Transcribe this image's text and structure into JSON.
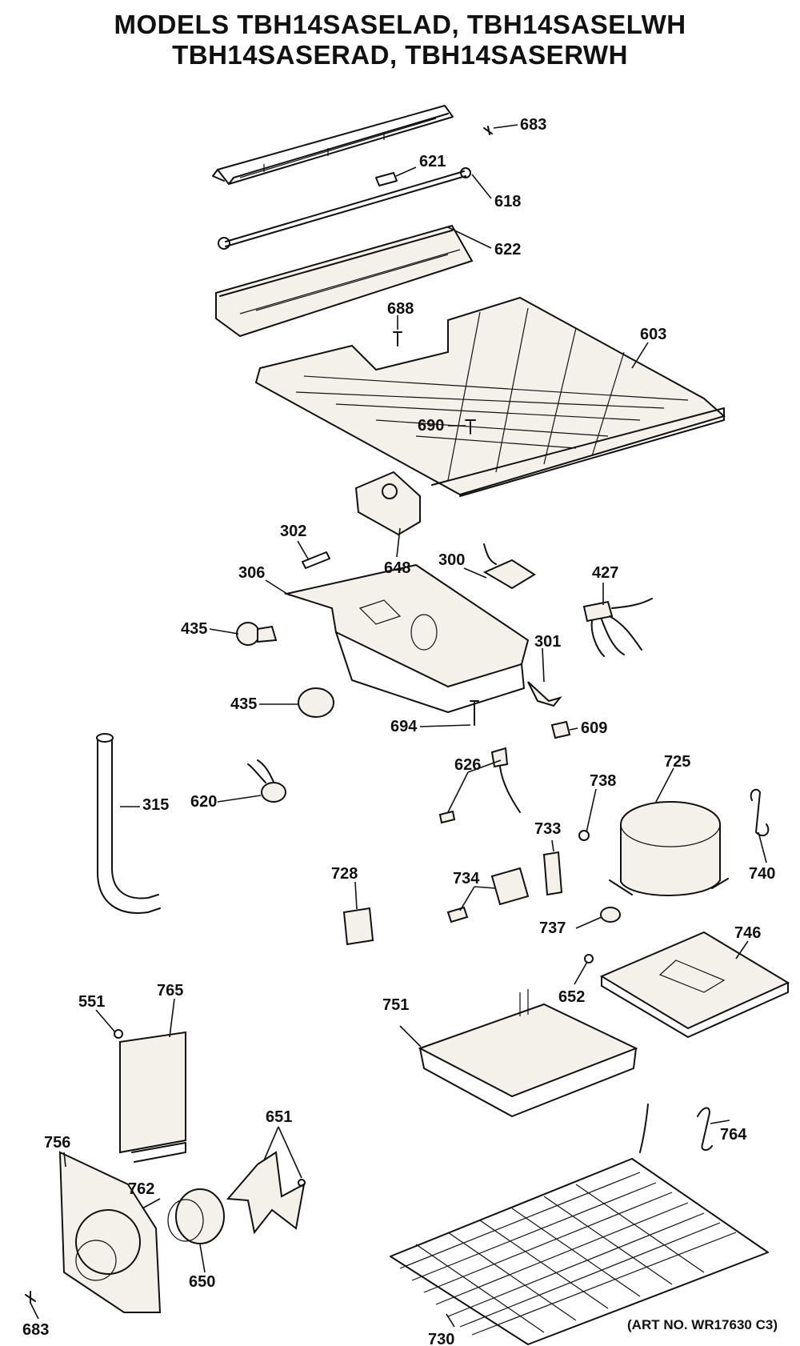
{
  "header": {
    "line1": "MODELS TBH14SASELAD, TBH14SASELWH",
    "line2": "TBH14SASERAD, TBH14SASERWH"
  },
  "art_number": "(ART NO. WR17630 C3)",
  "part_labels": {
    "p683_top": "683",
    "p621": "621",
    "p618": "618",
    "p622": "622",
    "p688": "688",
    "p603": "603",
    "p690": "690",
    "p302": "302",
    "p648": "648",
    "p306": "306",
    "p300": "300",
    "p427": "427",
    "p435_a": "435",
    "p435_b": "435",
    "p301": "301",
    "p694": "694",
    "p609": "609",
    "p626": "626",
    "p725": "725",
    "p738": "738",
    "p315": "315",
    "p620": "620",
    "p733": "733",
    "p740": "740",
    "p728": "728",
    "p734": "734",
    "p737": "737",
    "p746": "746",
    "p551": "551",
    "p765": "765",
    "p652": "652",
    "p751": "751",
    "p764": "764",
    "p756": "756",
    "p651": "651",
    "p762": "762",
    "p650": "650",
    "p683_bottom": "683",
    "p730": "730"
  }
}
